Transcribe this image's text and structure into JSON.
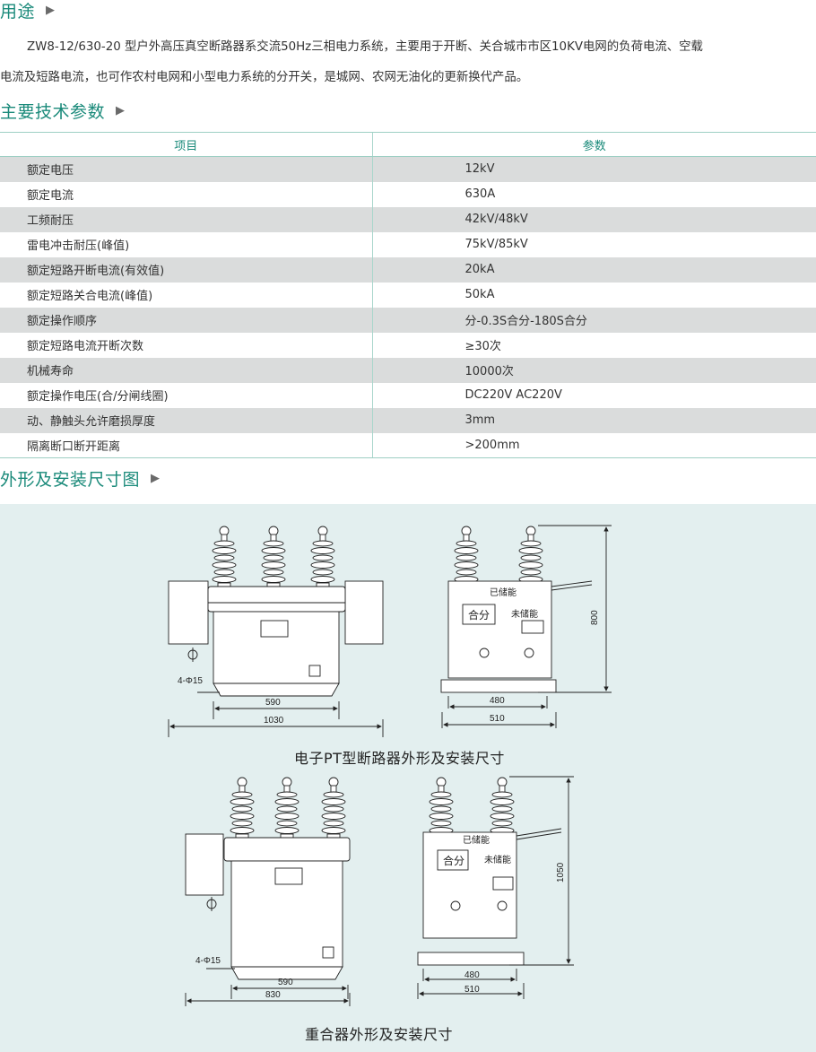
{
  "sections": {
    "usage": {
      "title": "用途"
    },
    "params": {
      "title": "主要技术参数"
    },
    "drawings": {
      "title": "外形及安装尺寸图"
    }
  },
  "usage_text": {
    "line1": "ZW8-12/630-20 型户外高压真空断路器系交流50Hz三相电力系统，主要用于开断、关合城市市区10KV电网的负荷电流、空载",
    "line2": "电流及短路电流，也可作农村电网和小型电力系统的分开关，是城网、农网无油化的更新换代产品。"
  },
  "spec_table": {
    "headers": [
      "项目",
      "参数"
    ],
    "rows": [
      [
        "额定电压",
        "12kV"
      ],
      [
        "额定电流",
        "630A"
      ],
      [
        "工频耐压",
        "42kV/48kV"
      ],
      [
        "雷电冲击耐压(峰值)",
        "75kV/85kV"
      ],
      [
        "额定短路开断电流(有效值)",
        "20kA"
      ],
      [
        "额定短路关合电流(峰值)",
        "50kA"
      ],
      [
        "额定操作顺序",
        "分-0.3S合分-180S合分"
      ],
      [
        "额定短路电流开断次数",
        "≥30次"
      ],
      [
        "机械寿命",
        "10000次"
      ],
      [
        "额定操作电压(合/分闸线圈)",
        "DC220V AC220V"
      ],
      [
        "动、静触头允许磨损厚度",
        "3mm"
      ],
      [
        "隔离断口断开距离",
        ">200mm"
      ]
    ]
  },
  "drawing1": {
    "caption": "电子PT型断路器外形及安装尺寸",
    "hole_label": "4-Φ15",
    "dim_590": "590",
    "dim_1030": "1030",
    "dim_480": "480",
    "dim_510": "510",
    "dim_800": "800",
    "stored_label": "已储能",
    "unstored_label": "未储能",
    "close_label": "合分"
  },
  "drawing2": {
    "caption": "重合器外形及安装尺寸",
    "hole_label": "4-Φ15",
    "dim_590": "590",
    "dim_830": "830",
    "dim_480": "480",
    "dim_510": "510",
    "dim_1050": "1050",
    "stored_label": "已储能",
    "unstored_label": "未储能",
    "close_label": "合分"
  },
  "colors": {
    "accent": "#1a8a7a",
    "row_gray": "#dadcdc",
    "panel": "#e3efef"
  },
  "icons": {
    "section_arrow": "play-triangle-icon"
  }
}
